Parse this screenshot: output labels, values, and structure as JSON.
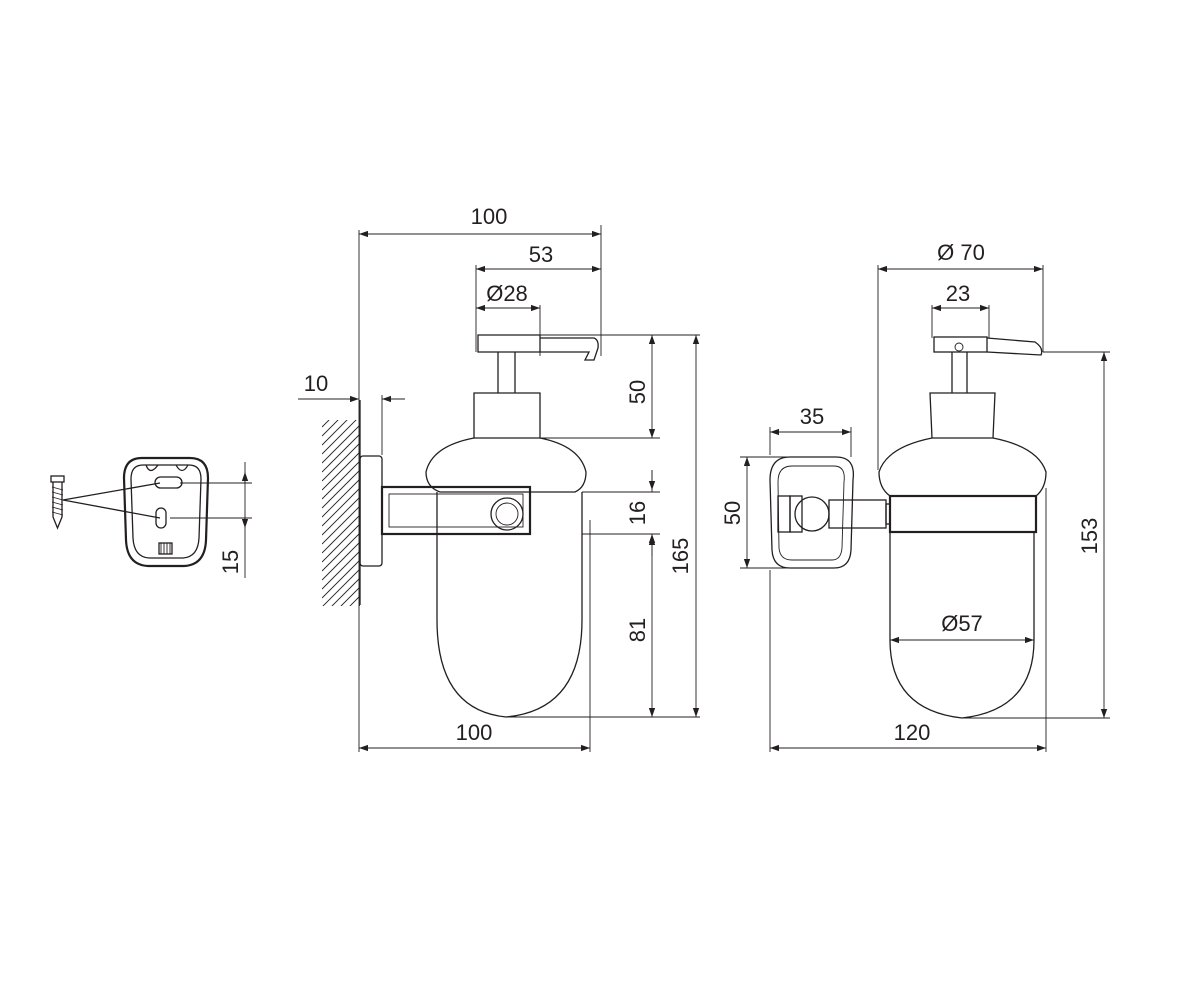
{
  "colors": {
    "line": "#231f20",
    "background": "#ffffff"
  },
  "dimensions": {
    "side_total_width": "100",
    "spout_reach": "53",
    "pump_cap_dia": "Ø28",
    "wall_offset": "10",
    "pump_height": "50",
    "ring_height": "16",
    "overall_height": "165",
    "bottle_lower": "81",
    "bottle_width": "100",
    "mount_slot_spacing": "15",
    "front_top_dia": "Ø 70",
    "front_cap_width": "23",
    "front_mount_width": "35",
    "front_mount_height": "50",
    "front_bottle_dia": "Ø57",
    "front_overall_height": "153",
    "front_total_width": "120"
  }
}
